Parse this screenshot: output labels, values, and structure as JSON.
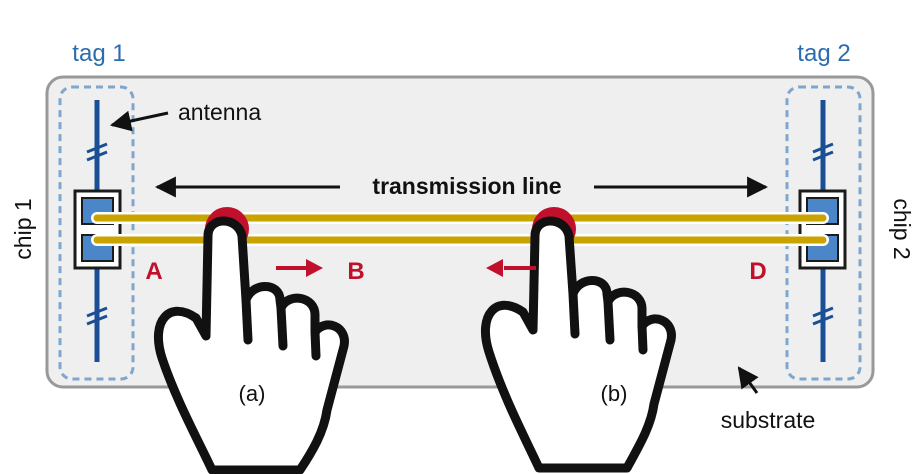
{
  "labels": {
    "tag1": "tag 1",
    "tag2": "tag 2",
    "chip1": "chip 1",
    "chip2": "chip 2",
    "antenna": "antenna",
    "transmission_line": "transmission line",
    "substrate": "substrate",
    "point_a": "A",
    "point_b": "B",
    "point_d": "D",
    "hand_a": "(a)",
    "hand_b": "(b)"
  },
  "colors": {
    "tag": "#2b6cb0",
    "antenna": "#1a4f95",
    "line": "#c9a300",
    "touch": "#c0102c",
    "substrate": "#efefef",
    "chip": "#4a86c8"
  }
}
